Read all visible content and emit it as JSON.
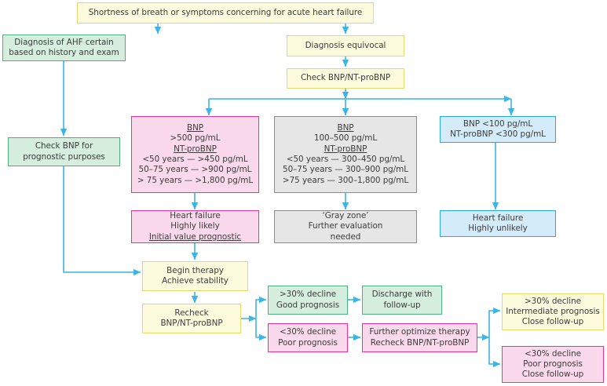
{
  "diagram": {
    "title": "BNP/NT-proBNP diagnostic and prognostic algorithm for acute heart failure",
    "colors": {
      "yellow_fill": "#fdfbdd",
      "yellow_border": "#ead86b",
      "green_fill": "#d6eedd",
      "green_border": "#4caf7d",
      "pink_fill": "#fbd9ec",
      "pink_border": "#e8339b",
      "gray_fill": "#e6e6e6",
      "gray_border": "#8c8c8c",
      "blue_fill": "#d4ecf9",
      "blue_border": "#29a8df",
      "connector": "#3cb4e5",
      "text": "#3c3c3c"
    },
    "nodes": {
      "start": {
        "lines": [
          "Shortness of breath or symptoms concerning for acute heart failure"
        ]
      },
      "ahf_certain": {
        "lines": [
          "Diagnosis of AHF certain",
          "based on history and exam"
        ]
      },
      "equivocal": {
        "lines": [
          "Diagnosis equivocal"
        ]
      },
      "check_bnp": {
        "lines": [
          "Check BNP/NT-proBNP"
        ]
      },
      "check_bnp_prognostic": {
        "lines": [
          "Check BNP for",
          "prognostic purposes"
        ]
      },
      "high_values": {
        "lines": [
          "BNP",
          ">500 pg/mL",
          "NT-proBNP",
          "<50 years — >450 pg/mL",
          "50–75 years — >900 pg/mL",
          "> 75 years — >1,800 pg/mL"
        ],
        "underline": [
          0,
          2
        ]
      },
      "mid_values": {
        "lines": [
          "BNP",
          "100–500 pg/mL",
          "NT-proBNP",
          "<50 years — 300–450 pg/mL",
          "50–75 years — 300–900 pg/mL",
          ">75 years — 300–1,800 pg/mL"
        ],
        "underline": [
          0,
          2
        ]
      },
      "low_values": {
        "lines": [
          "BNP <100 pg/mL",
          "NT-proBNP <300 pg/mL"
        ]
      },
      "hf_likely": {
        "lines": [
          "Heart failure",
          "Highly likely",
          "Initial value prognostic"
        ],
        "underline": [
          2
        ]
      },
      "gray_zone": {
        "lines": [
          "‘Gray zone’",
          "Further evaluation",
          "needed"
        ]
      },
      "hf_unlikely": {
        "lines": [
          "Heart failure",
          "Highly unlikely"
        ]
      },
      "begin_therapy": {
        "lines": [
          "Begin therapy",
          "Achieve stability"
        ]
      },
      "recheck": {
        "lines": [
          "Recheck",
          "BNP/NT-proBNP"
        ]
      },
      "good_prognosis": {
        "lines": [
          ">30% decline",
          "Good prognosis"
        ]
      },
      "discharge": {
        "lines": [
          "Discharge with",
          "follow-up"
        ]
      },
      "poor_prognosis": {
        "lines": [
          "<30% decline",
          "Poor prognosis"
        ]
      },
      "further_optimize": {
        "lines": [
          "Further optimize therapy",
          "Recheck BNP/NT-proBNP"
        ]
      },
      "intermediate_prognosis": {
        "lines": [
          ">30% decline",
          "Intermediate prognosis",
          "Close follow-up"
        ]
      },
      "poor_prognosis_close": {
        "lines": [
          "<30% decline",
          "Poor prognosis",
          "Close follow-up"
        ]
      }
    }
  }
}
